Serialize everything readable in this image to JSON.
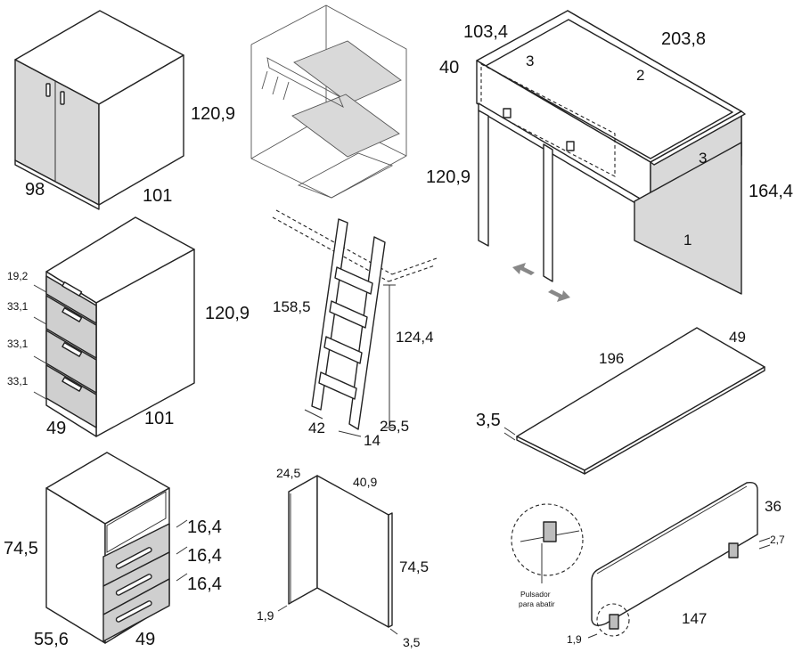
{
  "cabinet": {
    "width": "98",
    "depth": "101",
    "height": "120,9"
  },
  "wardrobe_interior": {},
  "loft_bed": {
    "dim_top_left": "103,4",
    "dim_top_right": "203,8",
    "dim_side_rail": "40",
    "dim_height_left": "120,9",
    "dim_height_right": "164,4",
    "panel_labels": [
      "3",
      "2",
      "3",
      "1"
    ]
  },
  "drawer_chest": {
    "drawer_heights": [
      "19,2",
      "33,1",
      "33,1",
      "33,1"
    ],
    "width": "49",
    "depth": "101",
    "height": "120,9"
  },
  "ladder": {
    "length": "158,5",
    "height": "124,4",
    "base_width": "42",
    "step_depth": "14",
    "offset": "25,5"
  },
  "shelf_board": {
    "length": "196",
    "width": "49",
    "thickness": "3,5"
  },
  "desk_unit": {
    "height": "74,5",
    "drawer_heights": [
      "16,4",
      "16,4",
      "16,4"
    ],
    "depth": "55,6",
    "width": "49"
  },
  "corner_panel": {
    "top_left": "24,5",
    "top_right": "40,9",
    "height": "74,5",
    "bottom_left": "1,9",
    "bottom_right": "3,5"
  },
  "guard_rail": {
    "height": "36",
    "clip": "2,7",
    "length": "147",
    "thickness": "1,9",
    "note_line1": "Pulsador",
    "note_line2": "para abatir"
  }
}
